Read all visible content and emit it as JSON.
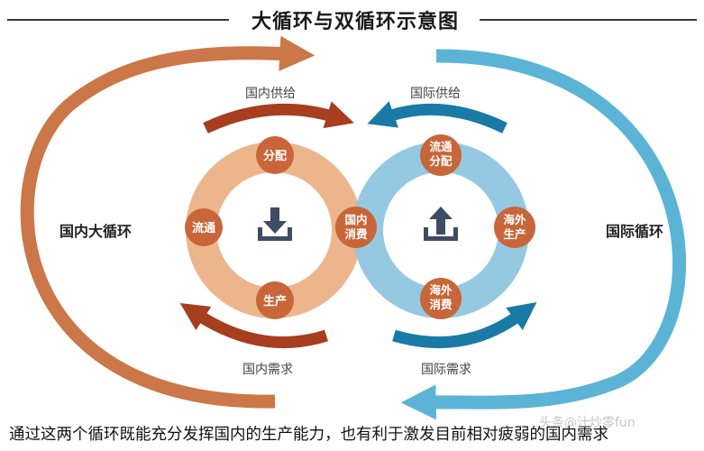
{
  "title": "大循环与双循环示意图",
  "labels": {
    "domestic_cycle": "国内大循环",
    "international_cycle": "国际循环",
    "domestic_supply": "国内供给",
    "international_supply": "国际供给",
    "domestic_demand": "国内需求",
    "international_demand": "国际需求"
  },
  "nodes": {
    "distribution": "分配",
    "circulation": "流通",
    "production": "生产",
    "domestic_consumption": [
      "国内",
      "消费"
    ],
    "intl_circulation_distribution": [
      "流通",
      "分配"
    ],
    "overseas_production": [
      "海外",
      "生产"
    ],
    "overseas_consumption": [
      "海外",
      "消费"
    ]
  },
  "caption": "通过这两个循环既能充分发挥国内的生产能力，也有利于激发目前相对疲弱的国内需求",
  "watermark": "头条@汁炒零fun",
  "colors": {
    "orange_ring": "#EDB58C",
    "orange_node": "#C8663A",
    "orange_arc": "#CB7748",
    "orange_dark": "#A73E1F",
    "blue_ring": "#8FC6E0",
    "blue_arc": "#5BB4D6",
    "blue_dark": "#1A7AA6"
  },
  "icons": [
    "download-icon",
    "upload-icon"
  ]
}
